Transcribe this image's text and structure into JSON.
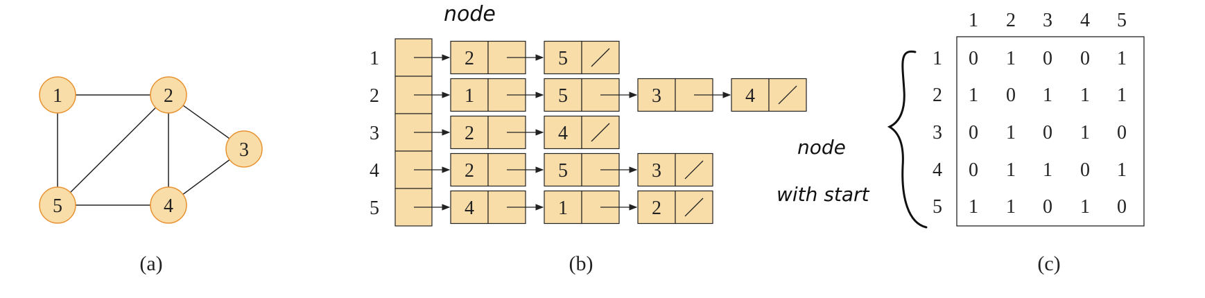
{
  "colors": {
    "node_fill": "#F9DDA9",
    "node_stroke": "#E8912F",
    "cell_fill": "#F9DDA9",
    "line": "#222222",
    "text": "#222222",
    "ink": "#111111"
  },
  "graph": {
    "vertices": [
      {
        "id": "1",
        "label": "1"
      },
      {
        "id": "2",
        "label": "2"
      },
      {
        "id": "3",
        "label": "3"
      },
      {
        "id": "4",
        "label": "4"
      },
      {
        "id": "5",
        "label": "5"
      }
    ],
    "edges": [
      [
        "1",
        "2"
      ],
      [
        "1",
        "5"
      ],
      [
        "2",
        "5"
      ],
      [
        "2",
        "4"
      ],
      [
        "2",
        "3"
      ],
      [
        "3",
        "4"
      ],
      [
        "4",
        "5"
      ]
    ]
  },
  "adjacency_list": {
    "row_labels": [
      "1",
      "2",
      "3",
      "4",
      "5"
    ],
    "lists": [
      [
        "2",
        "5"
      ],
      [
        "1",
        "5",
        "3",
        "4"
      ],
      [
        "2",
        "4"
      ],
      [
        "2",
        "5",
        "3"
      ],
      [
        "4",
        "1",
        "2"
      ]
    ]
  },
  "adjacency_matrix": {
    "col_labels": [
      "1",
      "2",
      "3",
      "4",
      "5"
    ],
    "row_labels": [
      "1",
      "2",
      "3",
      "4",
      "5"
    ],
    "values": [
      [
        "0",
        "1",
        "0",
        "0",
        "1"
      ],
      [
        "1",
        "0",
        "1",
        "1",
        "1"
      ],
      [
        "0",
        "1",
        "0",
        "1",
        "0"
      ],
      [
        "0",
        "1",
        "1",
        "0",
        "1"
      ],
      [
        "1",
        "1",
        "0",
        "1",
        "0"
      ]
    ]
  },
  "annotations": {
    "node_top": "node",
    "node_middle": "node",
    "with_start": "with start"
  },
  "captions": {
    "a": "(a)",
    "b": "(b)",
    "c": "(c)"
  }
}
